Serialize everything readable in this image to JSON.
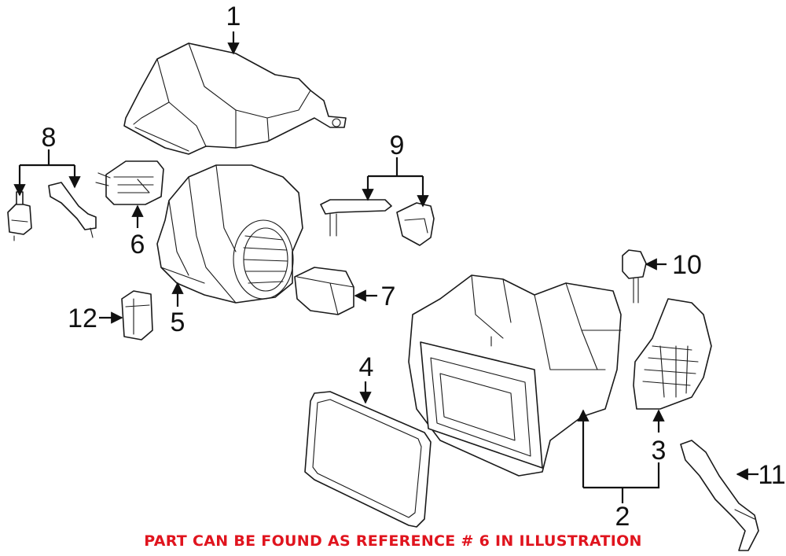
{
  "callouts": {
    "c1": "1",
    "c2": "2",
    "c3": "3",
    "c4": "4",
    "c5": "5",
    "c6": "6",
    "c7": "7",
    "c8": "8",
    "c9": "9",
    "c10": "10",
    "c11": "11",
    "c12": "12"
  },
  "footer": {
    "note": "PART CAN BE FOUND AS REFERENCE # 6 IN ILLUSTRATION"
  },
  "colors": {
    "note": "#e0141e",
    "ink": "#111111"
  }
}
